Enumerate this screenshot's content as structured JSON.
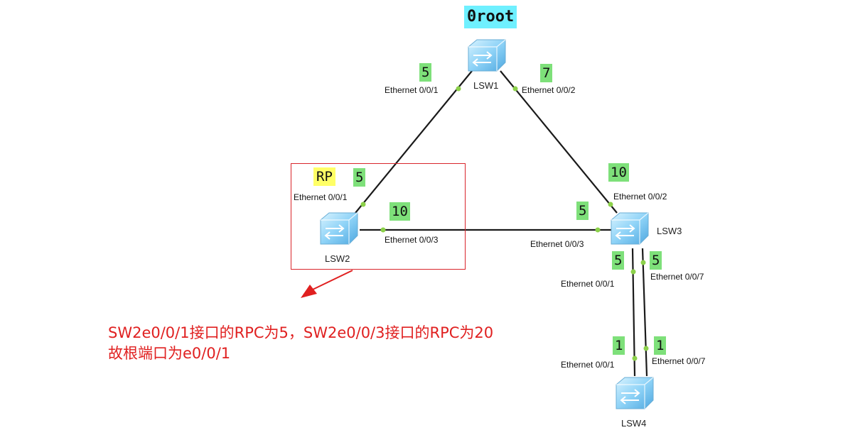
{
  "tags": {
    "root": "0root",
    "rp": "RP"
  },
  "devices": {
    "lsw1": "LSW1",
    "lsw2": "LSW2",
    "lsw3": "LSW3",
    "lsw4": "LSW4"
  },
  "ports": {
    "lsw1_e1": "Ethernet 0/0/1",
    "lsw1_e2": "Ethernet 0/0/2",
    "lsw2_e1": "Ethernet 0/0/1",
    "lsw2_e3": "Ethernet 0/0/3",
    "lsw3_e2": "Ethernet 0/0/2",
    "lsw3_e3": "Ethernet 0/0/3",
    "lsw3_e1": "Ethernet 0/0/1",
    "lsw3_e7": "Ethernet 0/0/7",
    "lsw4_e1": "Ethernet 0/0/1",
    "lsw4_e7": "Ethernet 0/0/7"
  },
  "costs": {
    "lsw1_e1": "5",
    "lsw1_e2": "7",
    "lsw2_e1": "5",
    "lsw2_e3": "10",
    "lsw3_e2": "10",
    "lsw3_e3": "5",
    "lsw3_e1": "5",
    "lsw3_e7": "5",
    "lsw4_e1": "1",
    "lsw4_e7": "1"
  },
  "annotation": {
    "line1": "SW2e0/0/1接口的RPC为5，SW2e0/0/3接口的RPC为20",
    "line2": "故根端口为e0/0/1"
  },
  "colors": {
    "link": "#1a1a1a",
    "port_dot": "#8cd14a",
    "cost_bg": "#7ee07a",
    "root_bg": "#6ff0ff",
    "rp_bg": "#ffff66",
    "annotation": "#e02020"
  }
}
